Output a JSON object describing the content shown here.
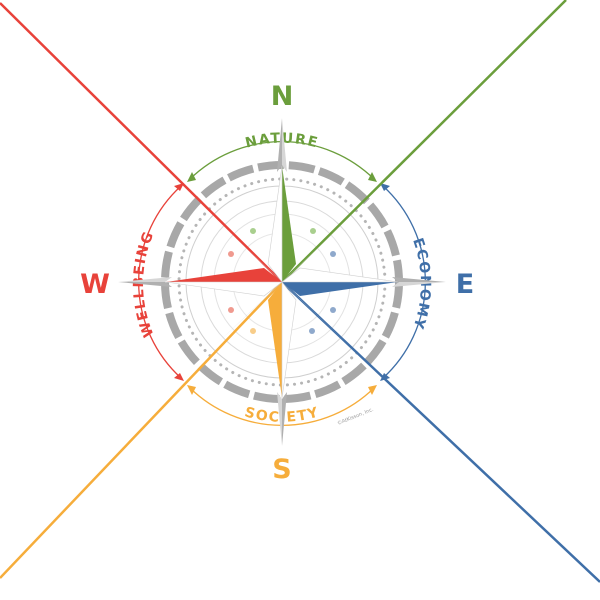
{
  "colors": {
    "nature": "#6b9e3c",
    "economy": "#3f6fa8",
    "society": "#f6ad3b",
    "wellbeing": "#e8423a",
    "gray": "#a8a8a8",
    "dark_gray": "#8a8a8a"
  },
  "compass": {
    "north": "N",
    "east": "E",
    "south": "S",
    "west": "W"
  },
  "dimensions": {
    "nature": "NATURE",
    "economy": "ECONOMY",
    "society": "SOCIETY",
    "wellbeing": "WELLBEING"
  },
  "credit": "©AtKisson, Inc."
}
